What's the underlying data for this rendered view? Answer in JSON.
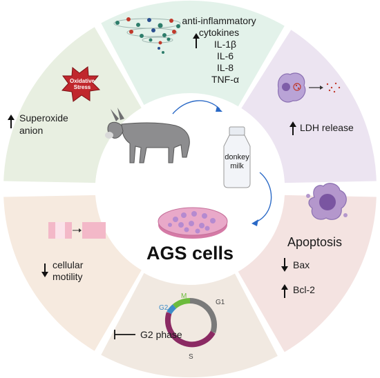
{
  "colors": {
    "seg_top": "#e3f2ea",
    "seg_top_right": "#ece4f1",
    "seg_bottom_right": "#f4e3e1",
    "seg_bottom": "#f1e9e1",
    "seg_bottom_left": "#f6eadf",
    "seg_top_left": "#e8efe1",
    "petri": "#e9a9c9",
    "cell_purple": "#a77cc0",
    "cycle_g1": "#7a7a7a",
    "cycle_s": "#8b2a63",
    "cycle_g2": "#3e8cc8",
    "cycle_m": "#6cbb3c",
    "star_red": "#c0272d"
  },
  "top": {
    "lines": [
      "anti-inflammatory",
      "cytokines",
      "IL-1β",
      "IL-6",
      "IL-8",
      "TNF-α"
    ]
  },
  "top_right": {
    "label": "LDH release"
  },
  "bottom_right": {
    "title": "Apoptosis",
    "bax": "Bax",
    "bcl2": "Bcl-2"
  },
  "bottom": {
    "label": "G2 phase",
    "cycle": {
      "g1": "G1",
      "s": "S",
      "g2": "G2",
      "m": "M"
    }
  },
  "bottom_left": {
    "line1": "cellular",
    "line2": "motility"
  },
  "top_left": {
    "badge_line1": "Oxidative",
    "badge_line2": "Stress",
    "line1": "Superoxide",
    "line2": "anion"
  },
  "center": {
    "milk_line1": "donkey",
    "milk_line2": "milk",
    "title": "AGS cells"
  }
}
